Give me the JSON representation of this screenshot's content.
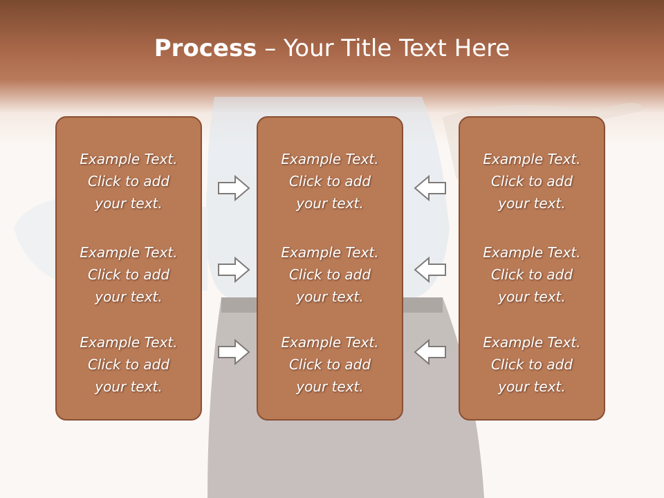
{
  "slide": {
    "title_strong": "Process",
    "title_rest": " – Your Title Text Here",
    "columns": [
      {
        "blocks": [
          {
            "l1": "Example Text.",
            "l2": "Click  to add",
            "l3": "your text."
          },
          {
            "l1": "Example Text.",
            "l2": "Click  to add",
            "l3": "your text."
          },
          {
            "l1": "Example Text.",
            "l2": "Click  to add",
            "l3": "your text."
          }
        ]
      },
      {
        "blocks": [
          {
            "l1": "Example Text.",
            "l2": "Click  to add",
            "l3": "your text."
          },
          {
            "l1": "Example Text.",
            "l2": "Click  to add",
            "l3": "your text."
          },
          {
            "l1": "Example Text.",
            "l2": "Click  to add",
            "l3": "your text."
          }
        ]
      },
      {
        "blocks": [
          {
            "l1": "Example Text.",
            "l2": "Click  to add",
            "l3": "your text."
          },
          {
            "l1": "Example Text.",
            "l2": "Click  to add",
            "l3": "your text."
          },
          {
            "l1": "Example Text.",
            "l2": "Click  to add",
            "l3": "your text."
          }
        ]
      }
    ],
    "arrows": {
      "left_group": "arrow-right-icon",
      "right_group": "arrow-left-icon"
    },
    "colors": {
      "header": "#a9684a",
      "box_fill": "#b97a56",
      "box_border": "#8a4f32",
      "text": "#ffffff"
    }
  }
}
